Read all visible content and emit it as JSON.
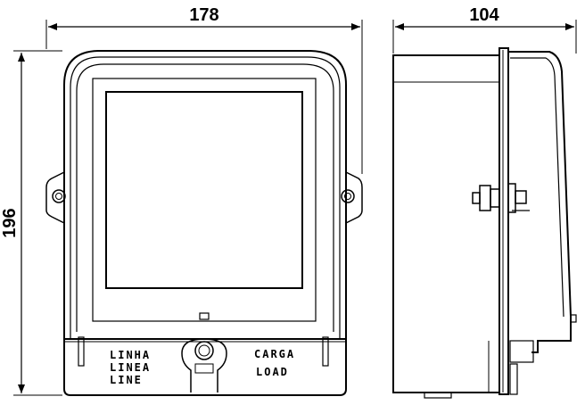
{
  "dimensions": {
    "front_width": "178",
    "side_depth": "104",
    "height": "196"
  },
  "labels": {
    "line_pt": "LINHA",
    "line_es": "LINEA",
    "line_en": "LINE",
    "load_pt": "CARGA",
    "load_en": "LOAD"
  }
}
